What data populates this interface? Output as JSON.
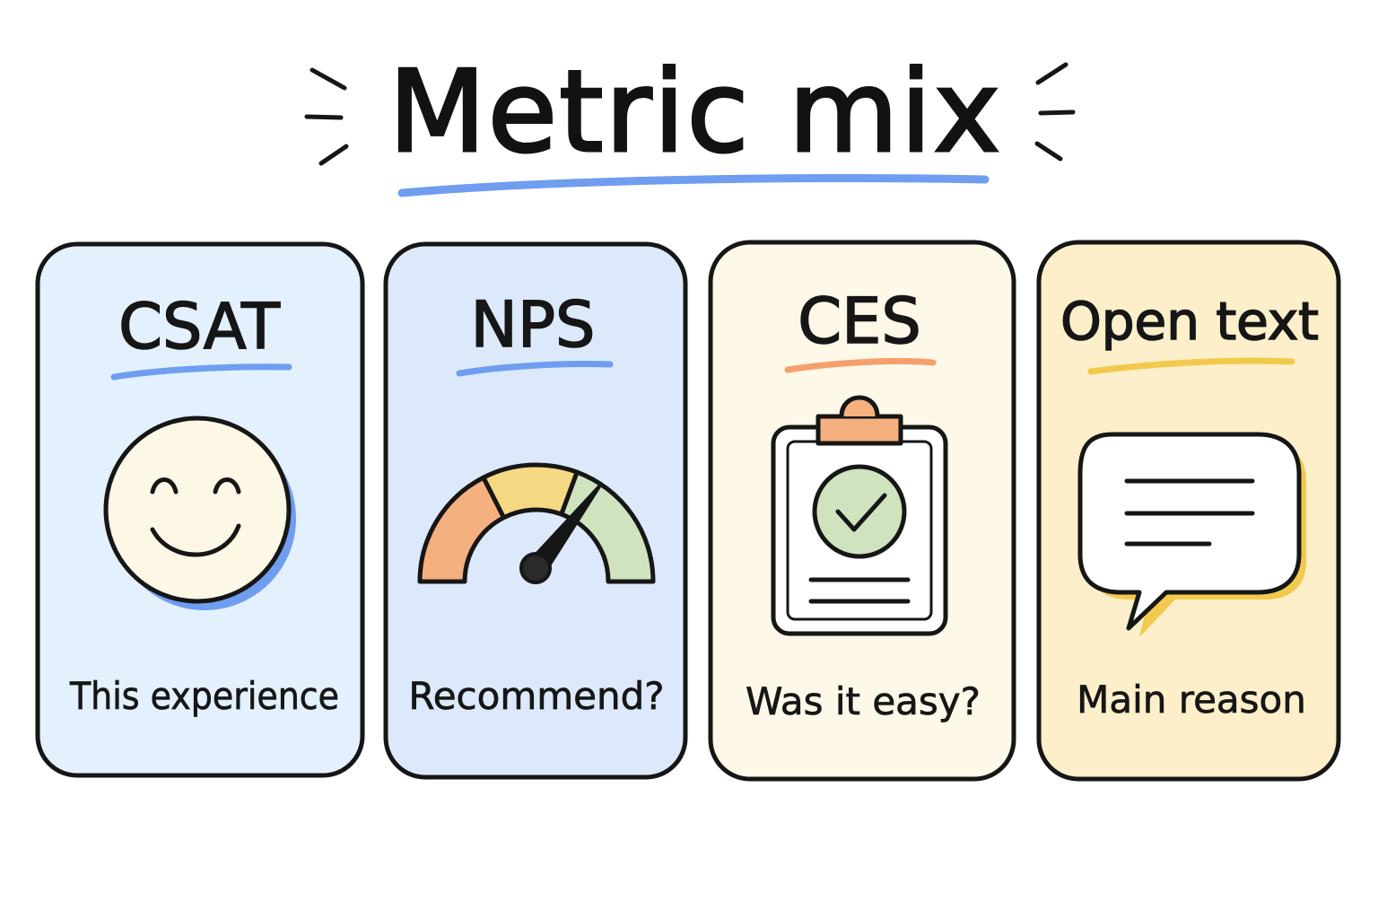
{
  "title": "Metric mix",
  "colors": {
    "ink": "#161616",
    "blue_accent": "#6f9df0",
    "orange_accent": "#f5a06c",
    "yellow_accent": "#f2c94c",
    "green_soft": "#cfe3bf"
  },
  "cards": [
    {
      "title": "CSAT",
      "caption": "This experience",
      "icon": "smiley-face-icon",
      "background": "#e3f0fd",
      "underline": "#6f9df0"
    },
    {
      "title": "NPS",
      "caption": "Recommend?",
      "icon": "speedometer-gauge-icon",
      "background": "#dce9fb",
      "underline": "#6f9df0"
    },
    {
      "title": "CES",
      "caption": "Was it easy?",
      "icon": "clipboard-check-icon",
      "background": "#fdf8e8",
      "underline": "#f5a06c"
    },
    {
      "title": "Open text",
      "caption": "Main reason",
      "icon": "speech-bubble-icon",
      "background": "#fcefc9",
      "underline": "#f2c94c"
    }
  ]
}
